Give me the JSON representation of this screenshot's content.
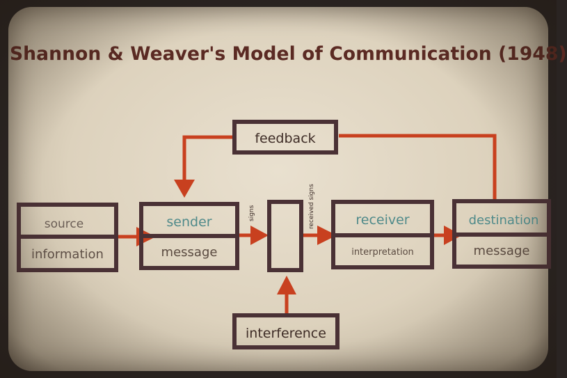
{
  "title": "Shannon & Weaver's Model of Communication (1948)",
  "boxes": {
    "feedback": "feedback",
    "source": {
      "top": "source",
      "bottom": "information"
    },
    "sender": {
      "top": "sender",
      "bottom": "message"
    },
    "receiver": {
      "top": "receiver",
      "bottom": "interpretation"
    },
    "destination": {
      "top": "destination",
      "bottom": "message"
    },
    "interference": "interference"
  },
  "labels": {
    "signs": "signs",
    "received_signs": "received signs"
  },
  "colors": {
    "arrow": "#c8401f",
    "box_border": "#4a3135",
    "title": "#5b2a23",
    "teal_text": "#4f8a8a"
  }
}
